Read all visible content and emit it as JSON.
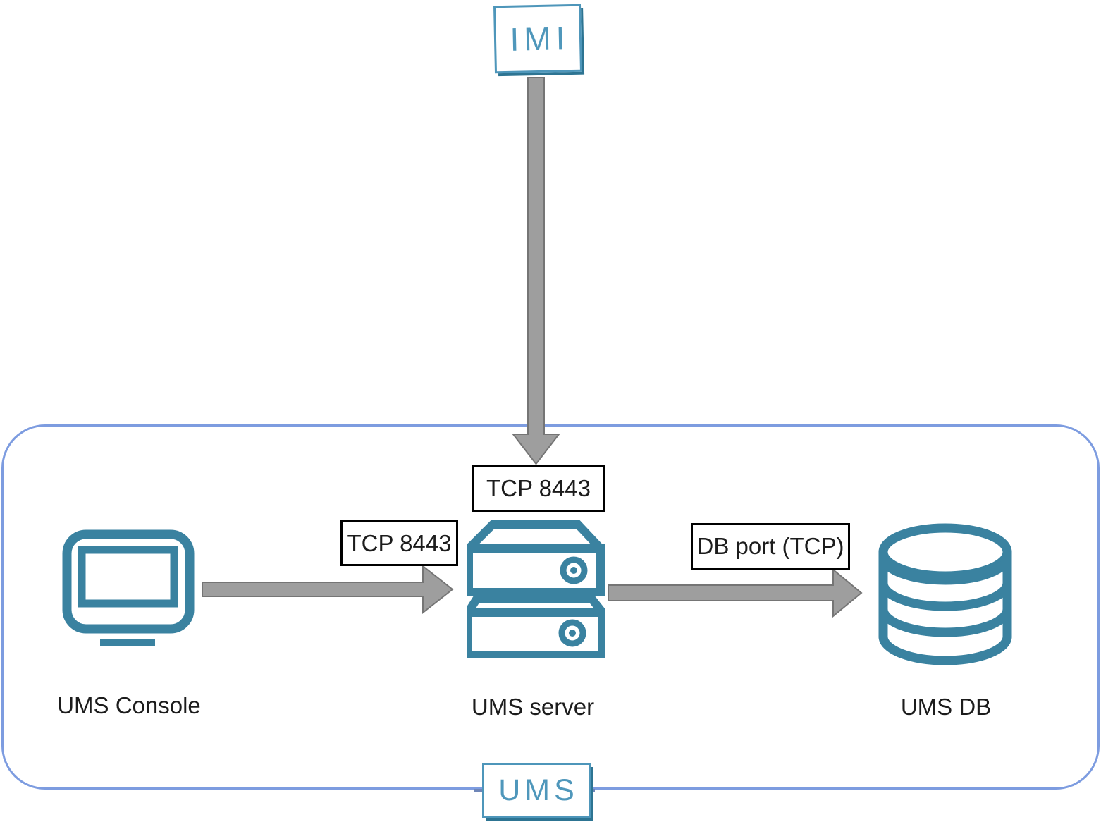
{
  "diagram": {
    "external_node": {
      "label": "IMI"
    },
    "group": {
      "label": "UMS"
    },
    "nodes": [
      {
        "id": "console",
        "label": "UMS Console",
        "icon": "monitor-icon"
      },
      {
        "id": "server",
        "label": "UMS server",
        "icon": "server-icon"
      },
      {
        "id": "db",
        "label": "UMS DB",
        "icon": "database-icon"
      }
    ],
    "edges": [
      {
        "from": "IMI",
        "to": "UMS server",
        "label": "TCP 8443"
      },
      {
        "from": "UMS Console",
        "to": "UMS server",
        "label": "TCP 8443"
      },
      {
        "from": "UMS server",
        "to": "UMS DB",
        "label": "DB port (TCP)"
      }
    ],
    "colors": {
      "icon_teal": "#3a82a0",
      "brand_teal": "#4f97bb",
      "brand_border": "#4e96ba",
      "brand_shadow": "#2d7492",
      "boundary_blue": "#7d9ce0",
      "arrow_gray": "#9e9e9e",
      "arrow_edge": "#757575",
      "label_border": "#000000",
      "label_text": "#1c1c1c"
    }
  }
}
